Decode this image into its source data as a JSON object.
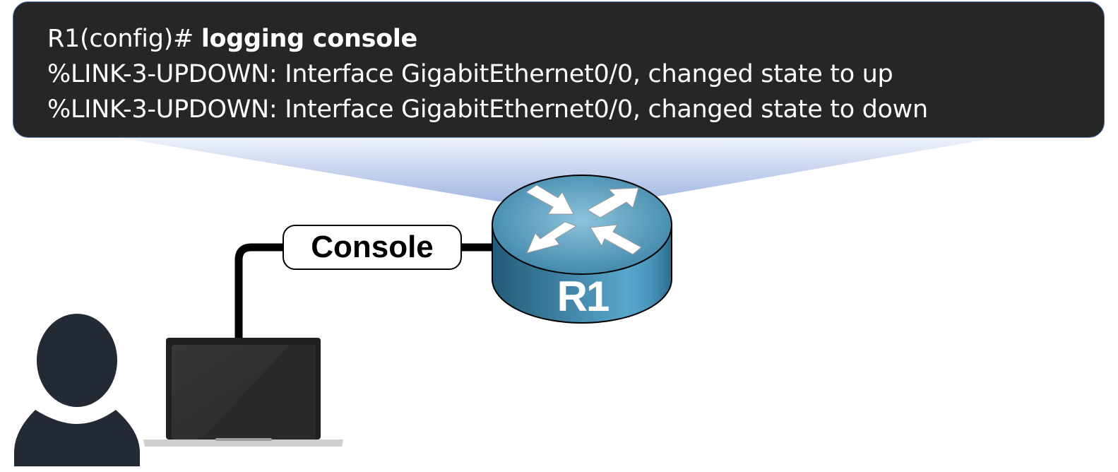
{
  "terminal": {
    "line1_prompt": "R1(config)# ",
    "line1_command": "logging console",
    "line2": "%LINK-3-UPDOWN: Interface GigabitEthernet0/0, changed state to up",
    "line3": "%LINK-3-UPDOWN: Interface GigabitEthernet0/0, changed state to down"
  },
  "connection": {
    "label": "Console"
  },
  "router": {
    "name": "R1",
    "icon": "router-icon"
  },
  "devices": {
    "laptop_icon": "laptop-icon",
    "user_icon": "user-icon"
  },
  "colors": {
    "terminal_bg": "#262626",
    "router_blue": "#3f86a8",
    "user_fill": "#232a35",
    "beam": "#a9bde3"
  }
}
